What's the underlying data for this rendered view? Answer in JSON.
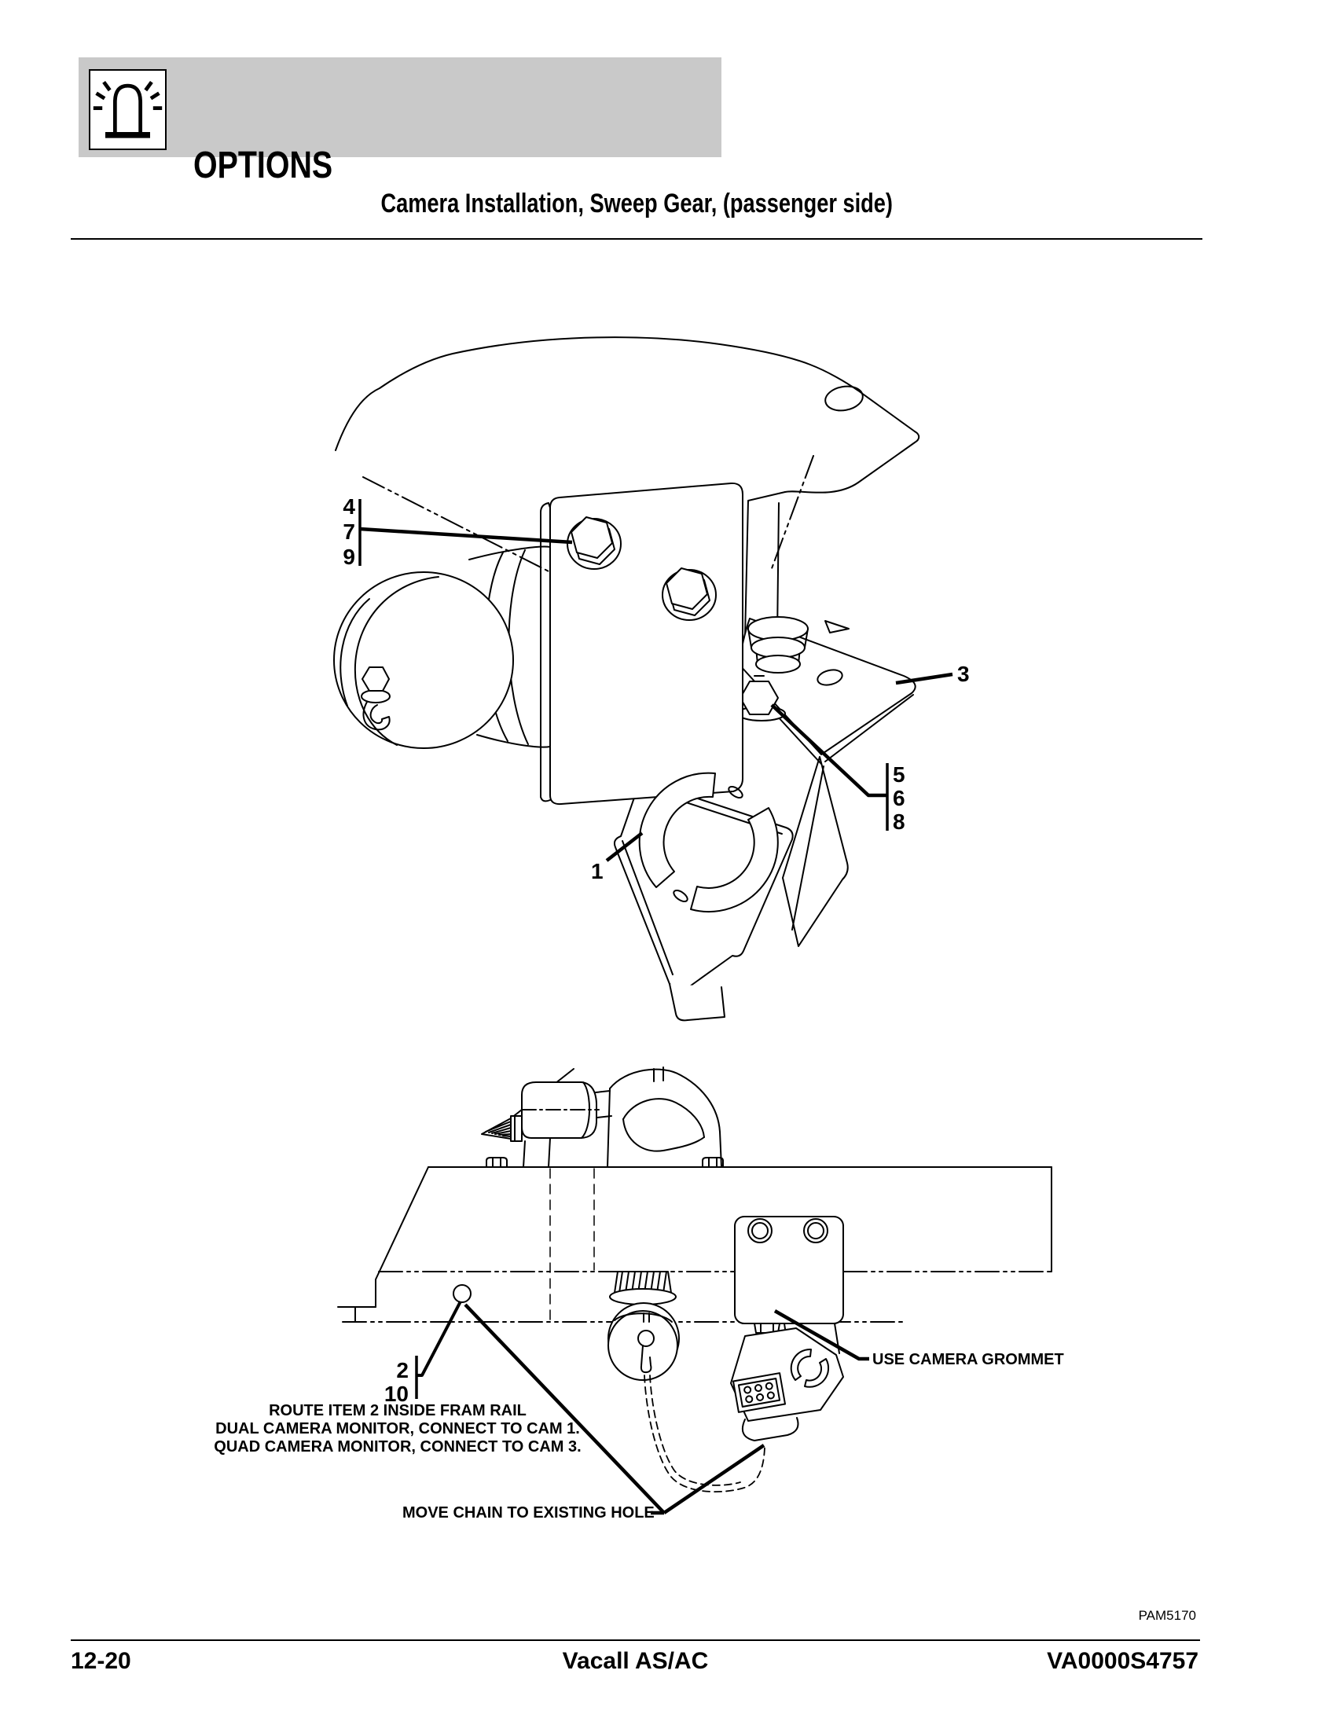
{
  "header": {
    "options_label": "OPTIONS"
  },
  "title": "Camera Installation, Sweep Gear, (passenger side)",
  "figure1": {
    "callouts": {
      "c4": "4",
      "c7": "7",
      "c9": "9",
      "c3": "3",
      "c5": "5",
      "c6": "6",
      "c8": "8",
      "c1": "1"
    }
  },
  "figure2": {
    "callouts": {
      "c2": "2",
      "c10": "10"
    },
    "labels": {
      "grommet": "USE CAMERA GROMMET",
      "move_chain": "MOVE CHAIN TO EXISTING HOLE",
      "route_note": [
        "ROUTE ITEM 2 INSIDE FRAM RAIL",
        "DUAL CAMERA MONITOR, CONNECT TO CAM 1.",
        "QUAD CAMERA MONITOR, CONNECT TO CAM 3."
      ]
    }
  },
  "footer": {
    "figure_code": "PAM5170",
    "page_number": "12-20",
    "model": "Vacall AS/AC",
    "doc_number": "VA0000S4757"
  },
  "icons": {
    "header_icon": "beacon-light-icon"
  },
  "colors": {
    "banner_gray": "#c9c9c9",
    "line": "#000000"
  }
}
